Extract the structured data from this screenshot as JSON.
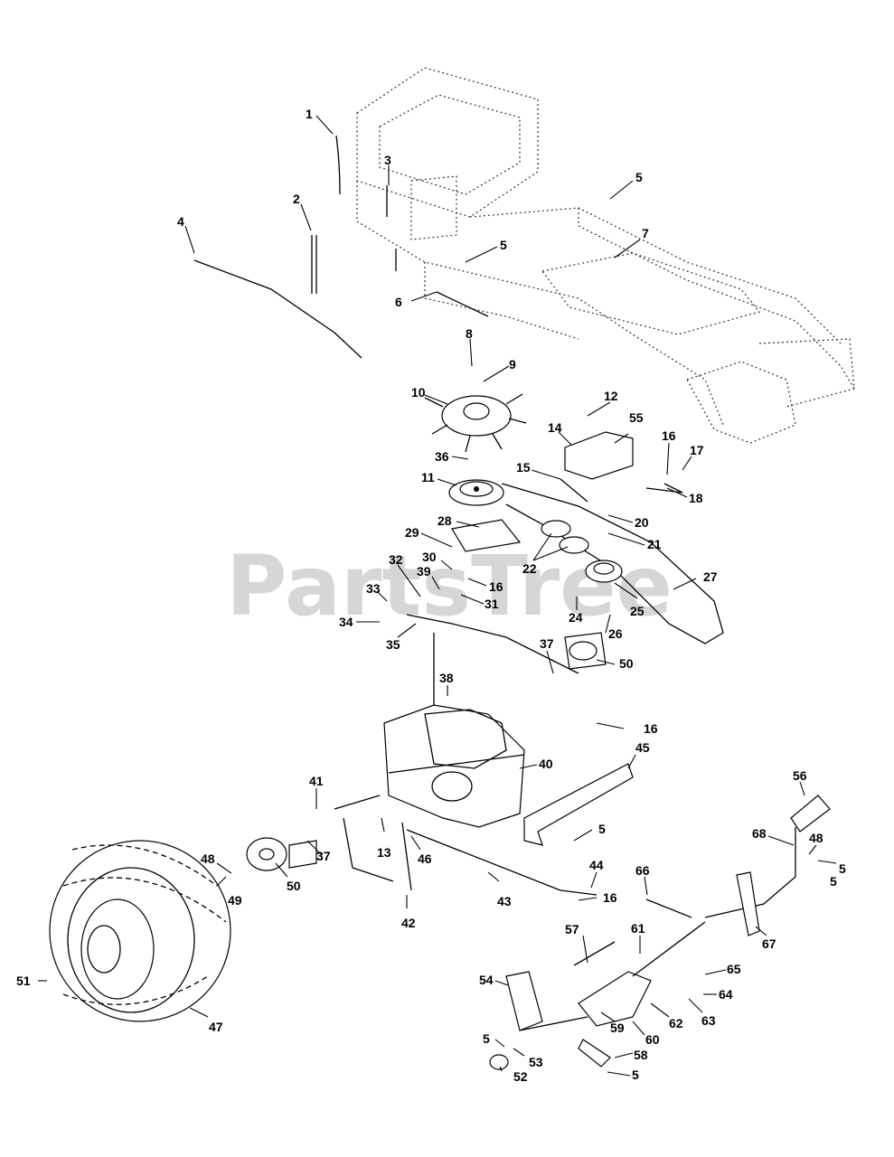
{
  "watermark": "PartsTree",
  "callouts": [
    "1",
    "2",
    "3",
    "4",
    "5",
    "5",
    "5",
    "5",
    "5",
    "5",
    "5",
    "5",
    "6",
    "7",
    "8",
    "9",
    "10",
    "11",
    "12",
    "13",
    "14",
    "15",
    "16",
    "16",
    "16",
    "16",
    "17",
    "18",
    "20",
    "21",
    "22",
    "24",
    "25",
    "26",
    "27",
    "28",
    "29",
    "30",
    "31",
    "32",
    "33",
    "34",
    "35",
    "36",
    "37",
    "37",
    "38",
    "39",
    "40",
    "41",
    "42",
    "43",
    "44",
    "45",
    "46",
    "47",
    "48",
    "48",
    "49",
    "50",
    "50",
    "51",
    "52",
    "53",
    "54",
    "55",
    "56",
    "57",
    "58",
    "59",
    "60",
    "61",
    "62",
    "63",
    "64",
    "65",
    "66",
    "67",
    "68"
  ]
}
